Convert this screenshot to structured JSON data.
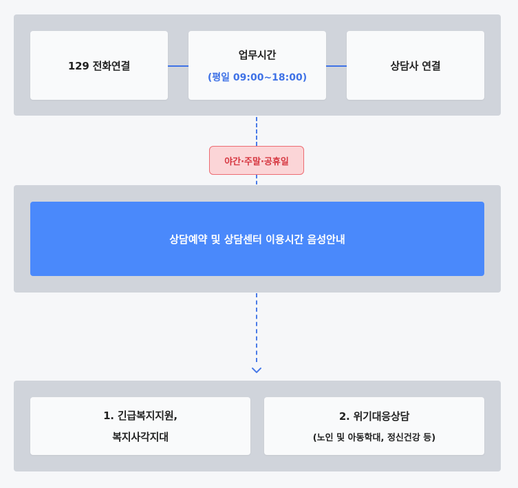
{
  "top_row": {
    "call": "129 전화연결",
    "hours_title": "업무시간",
    "hours_time": "(평일 09:00~18:00)",
    "counselor": "상담사 연결"
  },
  "after_hours_badge": "야간·주말·공휴일",
  "voice_guide": "상담예약 및 상담센터 이용시간 음성안내",
  "bottom_row": {
    "emergency_line1": "1. 긴급복지지원,",
    "emergency_line2": "복지사각지대",
    "crisis_line1": "2. 위기대응상담",
    "crisis_line2": "(노인 및 아동학대, 정신건강 등)"
  },
  "colors": {
    "accent": "#3f72e6",
    "badge_bg": "#fbd5d7",
    "badge_text": "#d63741",
    "voice_bar": "#4a89fb",
    "panel": "#d0d4db"
  },
  "icons": {
    "arrow": "chevron-down-icon"
  }
}
